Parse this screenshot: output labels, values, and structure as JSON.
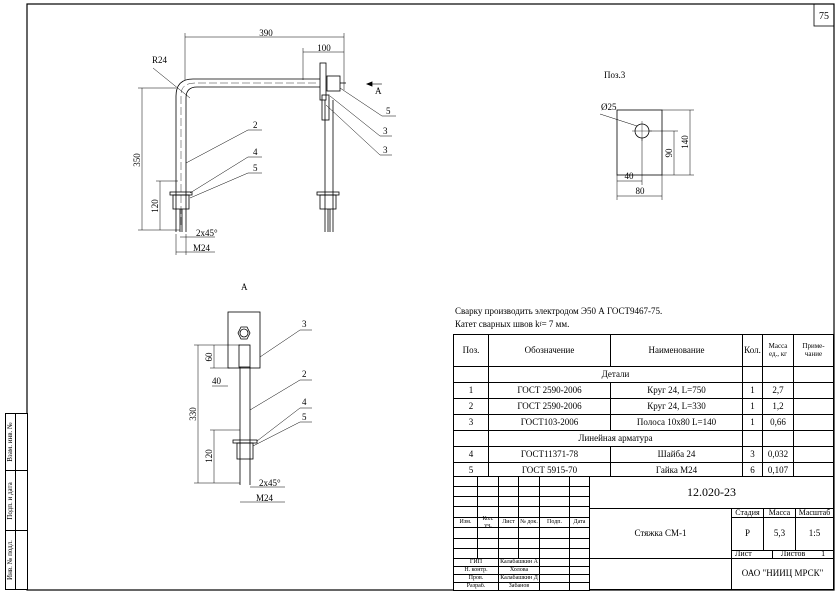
{
  "sheet_number": "75",
  "main_view": {
    "dims": {
      "width_total": "390",
      "width_end": "100",
      "radius": "R24",
      "height_total": "350",
      "thread_length": "120",
      "chamfer": "2x45°",
      "thread": "M24"
    },
    "callouts": [
      "2",
      "4",
      "5",
      "5",
      "3",
      "3"
    ],
    "view_arrow_label": "A"
  },
  "pos3_view": {
    "title": "Поз.3",
    "dims": {
      "hole": "Ø25",
      "hole_offset_v": "90",
      "height": "140",
      "hole_offset_h": "40",
      "width": "80"
    }
  },
  "view_a": {
    "title": "A",
    "dims": {
      "height_total": "330",
      "plate_overlap": "60",
      "offset": "40",
      "thread_length": "120",
      "chamfer": "2x45°",
      "thread": "M24"
    },
    "callouts": [
      "3",
      "2",
      "4",
      "5"
    ]
  },
  "notes": [
    "Сварку производить электродом Э50 А ГОСТ9467-75.",
    "Катет сварных швов k ",
    "f",
    " = 7 мм."
  ],
  "spec_table": {
    "headers": [
      "Поз.",
      "Обозначение",
      "Наименование",
      "Кол.",
      "Масса ед., кг",
      "Приме-чание"
    ],
    "sections": [
      {
        "title": "Детали",
        "rows": [
          [
            "1",
            "ГОСТ 2590-2006",
            "Круг 24, L=750",
            "1",
            "2,7",
            ""
          ],
          [
            "2",
            "ГОСТ 2590-2006",
            "Круг 24, L=330",
            "1",
            "1,2",
            ""
          ],
          [
            "3",
            "ГОСТ103-2006",
            "Полоса 10x80 L=140",
            "1",
            "0,66",
            ""
          ]
        ]
      },
      {
        "title": "Линейная арматура",
        "rows": [
          [
            "4",
            "ГОСТ11371-78",
            "Шайба 24",
            "3",
            "0,032",
            ""
          ],
          [
            "5",
            "ГОСТ 5915-70",
            "Гайка М24",
            "6",
            "0,107",
            ""
          ]
        ]
      }
    ]
  },
  "title_block": {
    "doc_code": "12.020-23",
    "doc_title": "Стяжка СМ-1",
    "change_headers": [
      "Изм.",
      "Кол. уч.",
      "Лист",
      "№ док.",
      "Подп.",
      "Дата"
    ],
    "signatures": [
      {
        "role": "ГИП",
        "name": "Калабашкин А"
      },
      {
        "role": "Н. контр.",
        "name": "Холова"
      },
      {
        "role": "Пров.",
        "name": "Калабашкин Д"
      },
      {
        "role": "Разраб.",
        "name": "Забанов"
      }
    ],
    "stage_label": "Стадия",
    "stage": "Р",
    "mass_label": "Масса",
    "mass": "5,3",
    "scale_label": "Масштаб",
    "scale": "1:5",
    "sheet_label": "Лист",
    "sheets_label": "Листов",
    "sheets": "1",
    "organization": "ОАО \"НИИЦ МРСК\""
  },
  "side_stamp": [
    "Взам. инв. №",
    "Подп. и дата",
    "Инв. № подл."
  ]
}
